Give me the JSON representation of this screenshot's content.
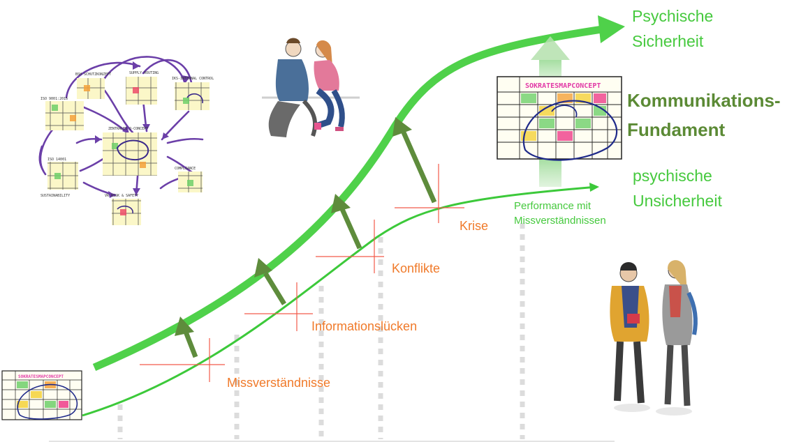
{
  "labels": {
    "psych_safe_line1": "Psychische",
    "psych_safe_line2": "Sicherheit",
    "foundation_line1": "Kommunikations-",
    "foundation_line2": "Fundament",
    "psych_unsafe_line1": "psychische",
    "psych_unsafe_line2": "Unsicherheit",
    "performance_line1": "Performance mit",
    "performance_line2": "Missverständnissen",
    "stage1": "Missverständnisse",
    "stage2": "Informationslücken",
    "stage3": "Konflikte",
    "stage4": "Krise"
  },
  "sketch_texts": {
    "brand": "SOKRATESMAPCONCEPT",
    "central": "ZENTRALES Q-CONCEPT",
    "iso9001": "ISO 9001:2015",
    "iso14001": "ISO 14001",
    "bsh": "BSH SCHUTZKONZEPT",
    "supply": "SUPPLY ROUTING",
    "iks": "IKS-INTERNAL CONTROL",
    "compliance": "COMPLIANCE",
    "vr": "VR RISK & SAFETY",
    "sustain": "SUSTAINABILITY"
  },
  "colors": {
    "upper_curve": "#4fd14a",
    "lower_curve": "#3cc93a",
    "arrow_dark": "#5e8c3c",
    "foundation_text": "#5b8a35",
    "green_text": "#46c93e",
    "stage_text": "#f07a2a",
    "stage_cross": "#f25a4a",
    "dotted_guides": "#dcdcdc",
    "sketch_purple": "#6b3fa8",
    "sketch_pink": "#e23ba7"
  }
}
